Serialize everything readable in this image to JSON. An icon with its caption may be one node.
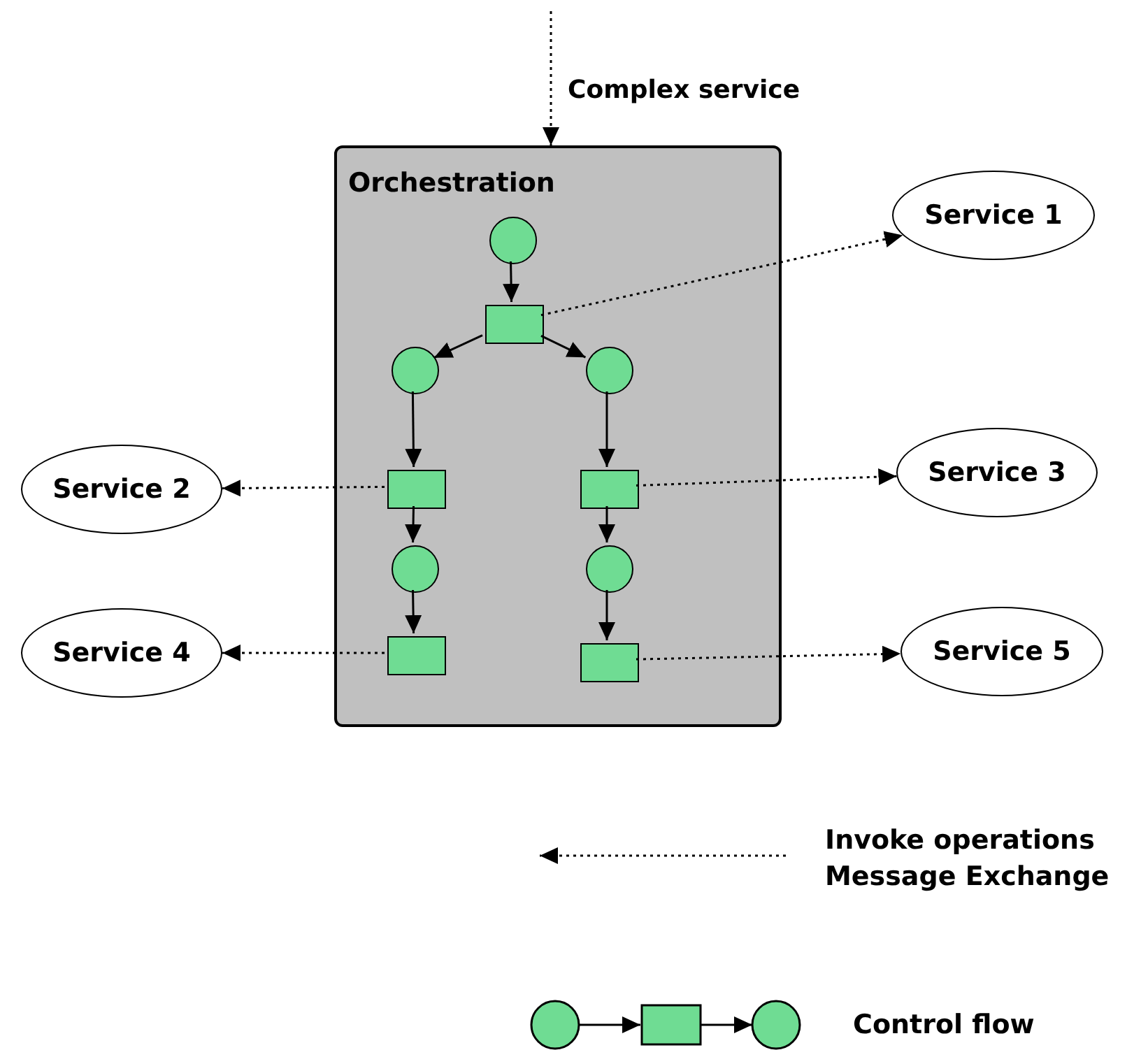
{
  "diagram": {
    "nodes": [
      {
        "text": [
          "Orchestration"
        ]
      },
      {
        "text": [],
        "shape": "circle",
        "in": 0
      },
      {
        "text": [],
        "shape": "box",
        "in": 0
      },
      {
        "text": [],
        "shape": "circle",
        "in": 0
      },
      {
        "text": [],
        "shape": "circle",
        "in": 0
      },
      {
        "text": [],
        "shape": "box",
        "in": 0
      },
      {
        "text": [],
        "shape": "box",
        "in": 0
      },
      {
        "text": [],
        "shape": "circle",
        "in": 0
      },
      {
        "text": [],
        "shape": "circle",
        "in": 0
      },
      {
        "text": [],
        "shape": "box",
        "in": 0
      },
      {
        "text": [],
        "shape": "box",
        "in": 0
      },
      {
        "text": [
          "Service 1"
        ]
      },
      {
        "text": [
          "Service 2"
        ]
      },
      {
        "text": [
          "Service 3"
        ]
      },
      {
        "text": [
          "Service 4"
        ]
      },
      {
        "text": [
          "Service 5"
        ]
      }
    ],
    "edges": [
      {
        "from": null,
        "to": 0,
        "arrow": "to",
        "label": "Complex service",
        "style": "dashed"
      },
      {
        "from": 1,
        "to": 2,
        "arrow": "to"
      },
      {
        "from": 2,
        "to": 3,
        "arrow": "to"
      },
      {
        "from": 2,
        "to": 4,
        "arrow": "to"
      },
      {
        "from": 3,
        "to": 5,
        "arrow": "to"
      },
      {
        "from": 4,
        "to": 6,
        "arrow": "to"
      },
      {
        "from": 5,
        "to": 7,
        "arrow": "to"
      },
      {
        "from": 6,
        "to": 8,
        "arrow": "to"
      },
      {
        "from": 7,
        "to": 9,
        "arrow": "to"
      },
      {
        "from": 8,
        "to": 10,
        "arrow": "to"
      },
      {
        "from": 2,
        "to": 11,
        "arrow": "to",
        "style": "dashed"
      },
      {
        "from": 5,
        "to": 12,
        "arrow": "to",
        "style": "dashed"
      },
      {
        "from": 6,
        "to": 13,
        "arrow": "to",
        "style": "dashed"
      },
      {
        "from": 9,
        "to": 14,
        "arrow": "to",
        "style": "dashed"
      },
      {
        "from": 10,
        "to": 15,
        "arrow": "to",
        "style": "dashed"
      }
    ],
    "legend": [
      {
        "text": "Invoke operations Message Exchange"
      },
      {
        "text": "Control flow"
      }
    ]
  }
}
